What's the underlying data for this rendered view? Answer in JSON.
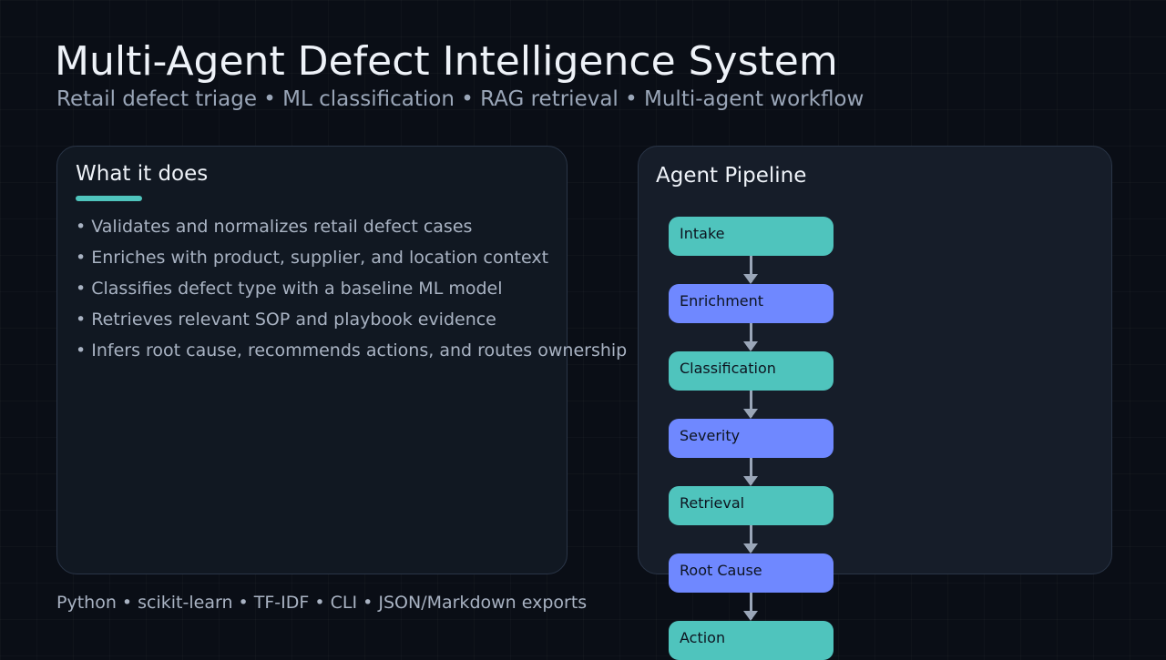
{
  "title": "Multi-Agent Defect Intelligence System",
  "subtitle": "Retail defect triage • ML classification • RAG retrieval • Multi-agent workflow",
  "what_it_does": {
    "heading": "What it does",
    "bullets": [
      "• Validates and normalizes retail defect cases",
      "• Enriches with product, supplier, and location context",
      "• Classifies defect type with a baseline ML model",
      "• Retrieves relevant SOP and playbook evidence",
      "• Infers root cause, recommends actions, and routes ownership"
    ]
  },
  "pipeline": {
    "heading": "Agent Pipeline",
    "colors": {
      "teal": "#4fc4bd",
      "blue": "#6f88ff"
    },
    "stages": [
      "Intake",
      "Enrichment",
      "Classification",
      "Severity",
      "Retrieval",
      "Root Cause",
      "Action"
    ]
  },
  "footer": "Python • scikit-learn • TF-IDF • CLI • JSON/Markdown exports"
}
